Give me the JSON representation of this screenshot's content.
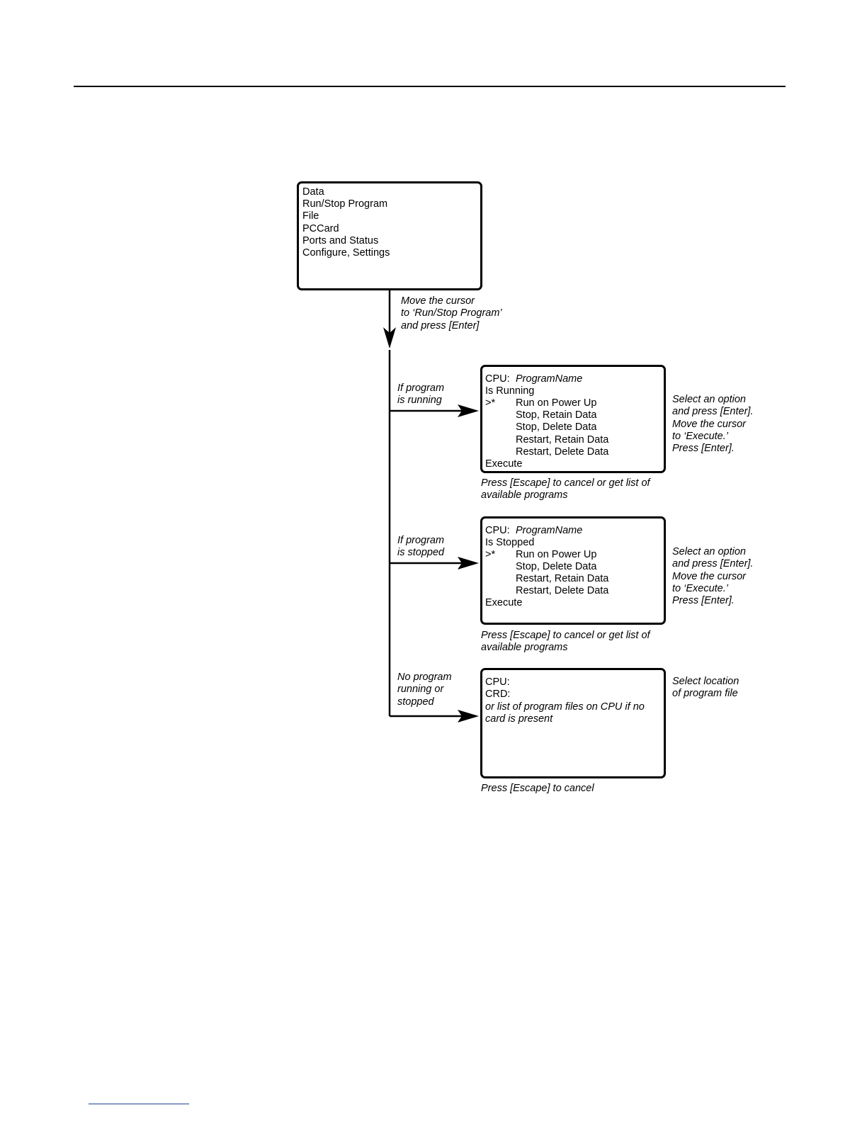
{
  "main_menu": {
    "items": [
      "Data",
      "Run/Stop Program",
      "File",
      "PCCard",
      "Ports and Status",
      "Configure, Settings"
    ]
  },
  "cursor_note": [
    "Move the cursor",
    "to ‘Run/Stop Program’",
    "and press [Enter]"
  ],
  "branch_running": {
    "label": [
      "If program",
      "is running"
    ],
    "cpu_label": "CPU:",
    "program_name": "ProgramName",
    "status": "Is Running",
    "marker": ">*",
    "options": [
      "Run on Power Up",
      "Stop, Retain Data",
      "Stop, Delete Data",
      "Restart, Retain Data",
      "Restart, Delete Data"
    ],
    "execute": "Execute",
    "side_note": [
      "Select an option",
      "and press [Enter].",
      "Move the cursor",
      "to ‘Execute.’",
      "Press [Enter]."
    ],
    "escape_note": [
      "Press [Escape] to cancel or get list of",
      "available programs"
    ]
  },
  "branch_stopped": {
    "label": [
      "If program",
      "is stopped"
    ],
    "cpu_label": "CPU:",
    "program_name": "ProgramName",
    "status": "Is Stopped",
    "marker": ">*",
    "options": [
      "Run on Power Up",
      "Stop, Delete Data",
      "Restart, Retain Data",
      "Restart, Delete Data"
    ],
    "execute": "Execute",
    "side_note": [
      "Select an option",
      "and press [Enter].",
      "Move the cursor",
      "to ‘Execute.’",
      "Press [Enter]."
    ],
    "escape_note": [
      "Press [Escape] to cancel or get list of",
      "available programs"
    ]
  },
  "branch_none": {
    "label": [
      "No program",
      "running or",
      "stopped"
    ],
    "lines": [
      "CPU:",
      "CRD:"
    ],
    "hint": [
      "or list of program files on CPU if no",
      "card is present"
    ],
    "side_note": [
      "Select location",
      "of program file"
    ],
    "escape_note": [
      "Press [Escape] to cancel"
    ]
  }
}
